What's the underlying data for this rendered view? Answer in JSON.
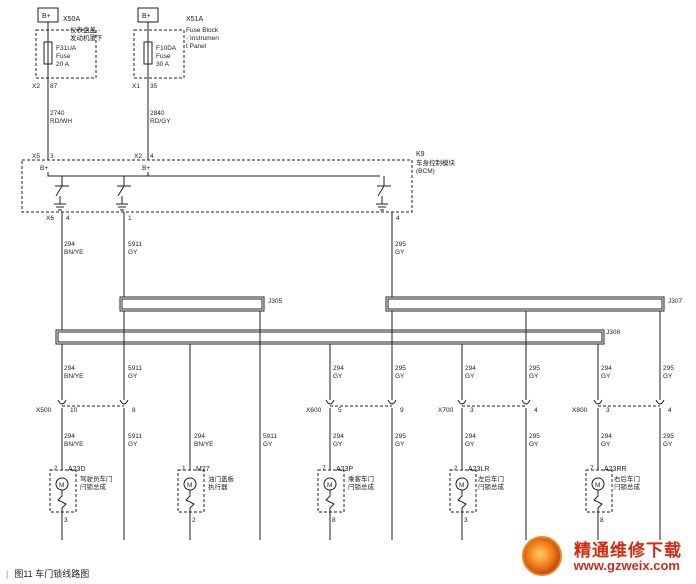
{
  "caption": {
    "figure_no": "图11",
    "title": "车门锁线路图"
  },
  "watermark": {
    "title": "精通维修下载",
    "url": "www.gzweix.com"
  },
  "colors": {
    "line": "#222222",
    "watermark_red": "#d42a12"
  },
  "battery_labels": [
    "B+",
    "B+"
  ],
  "fuse_blocks": [
    {
      "connector": "X50A",
      "desc": [
        "仪表盘盖 -",
        "发动机罩下"
      ],
      "fuse_id": "F31UA",
      "fuse_word": "Fuse",
      "rating": "20 A",
      "pin_conn": "X2",
      "pin": "87",
      "circuit": "2740",
      "color": "RD/WH"
    },
    {
      "connector": "X51A",
      "desc": [
        "Fuse Block",
        "- Instrumen",
        "t Panel"
      ],
      "fuse_id": "F10DA",
      "fuse_word": "Fuse",
      "rating": "30 A",
      "pin_conn": "X1",
      "pin": "35",
      "circuit": "2840",
      "color": "RD/GY"
    }
  ],
  "bcm": {
    "id": "K9",
    "desc": [
      "车身控制模块",
      "(BCM)"
    ],
    "input_pins": [
      {
        "conn": "X5",
        "pin": "3",
        "label": "B+"
      },
      {
        "conn": "X2",
        "pin": "4",
        "label": "B+"
      }
    ],
    "output_conn": "X6",
    "output_pins": [
      "4",
      "1",
      "4"
    ]
  },
  "bcm_wires": [
    {
      "circuit": "294",
      "color": "BN/YE"
    },
    {
      "circuit": "5911",
      "color": "GY"
    },
    {
      "circuit": "295",
      "color": "GY"
    }
  ],
  "splices": [
    "J305",
    "J307",
    "J308"
  ],
  "branch_wires": [
    {
      "circuit": "294",
      "color": "BN/YE"
    },
    {
      "circuit": "5911",
      "color": "GY"
    },
    {
      "circuit": "294",
      "color": "GY"
    },
    {
      "circuit": "295",
      "color": "GY"
    },
    {
      "circuit": "294",
      "color": "GY"
    },
    {
      "circuit": "295",
      "color": "GY"
    },
    {
      "circuit": "294",
      "color": "GY"
    },
    {
      "circuit": "295",
      "color": "GY"
    }
  ],
  "connectors": [
    {
      "id": "X500",
      "pins": [
        "10",
        "8"
      ]
    },
    {
      "id": "X600",
      "pins": [
        "5",
        "9"
      ]
    },
    {
      "id": "X700",
      "pins": [
        "3",
        "4"
      ]
    },
    {
      "id": "X800",
      "pins": [
        "3",
        "4"
      ]
    }
  ],
  "lower_wires": [
    {
      "circuit": "294",
      "color": "BN/YE"
    },
    {
      "circuit": "5911",
      "color": "GY"
    },
    {
      "circuit": "294",
      "color": "BN/YE"
    },
    {
      "circuit": "5911",
      "color": "GY"
    },
    {
      "circuit": "294",
      "color": "GY"
    },
    {
      "circuit": "295",
      "color": "GY"
    },
    {
      "circuit": "294",
      "color": "GY"
    },
    {
      "circuit": "295",
      "color": "GY"
    },
    {
      "circuit": "294",
      "color": "GY"
    },
    {
      "circuit": "295",
      "color": "GY"
    }
  ],
  "actuators": [
    {
      "id": "A23D",
      "desc": [
        "驾驶员车门",
        "闩锁总成"
      ],
      "top_pin": "2",
      "bottom_pin": "3"
    },
    {
      "id": "M27",
      "desc": [
        "油门盖板",
        "执行器"
      ],
      "top_pin": "1",
      "bottom_pin": "2"
    },
    {
      "id": "A23P",
      "desc": [
        "乘客车门",
        "闩锁总成"
      ],
      "top_pin": "7",
      "bottom_pin": "8"
    },
    {
      "id": "A23LR",
      "desc": [
        "左后车门",
        "闩锁总成"
      ],
      "top_pin": "2",
      "bottom_pin": "3"
    },
    {
      "id": "A23RR",
      "desc": [
        "右后车门",
        "闩锁总成"
      ],
      "top_pin": "7",
      "bottom_pin": "8"
    }
  ],
  "motor_symbol": "M"
}
